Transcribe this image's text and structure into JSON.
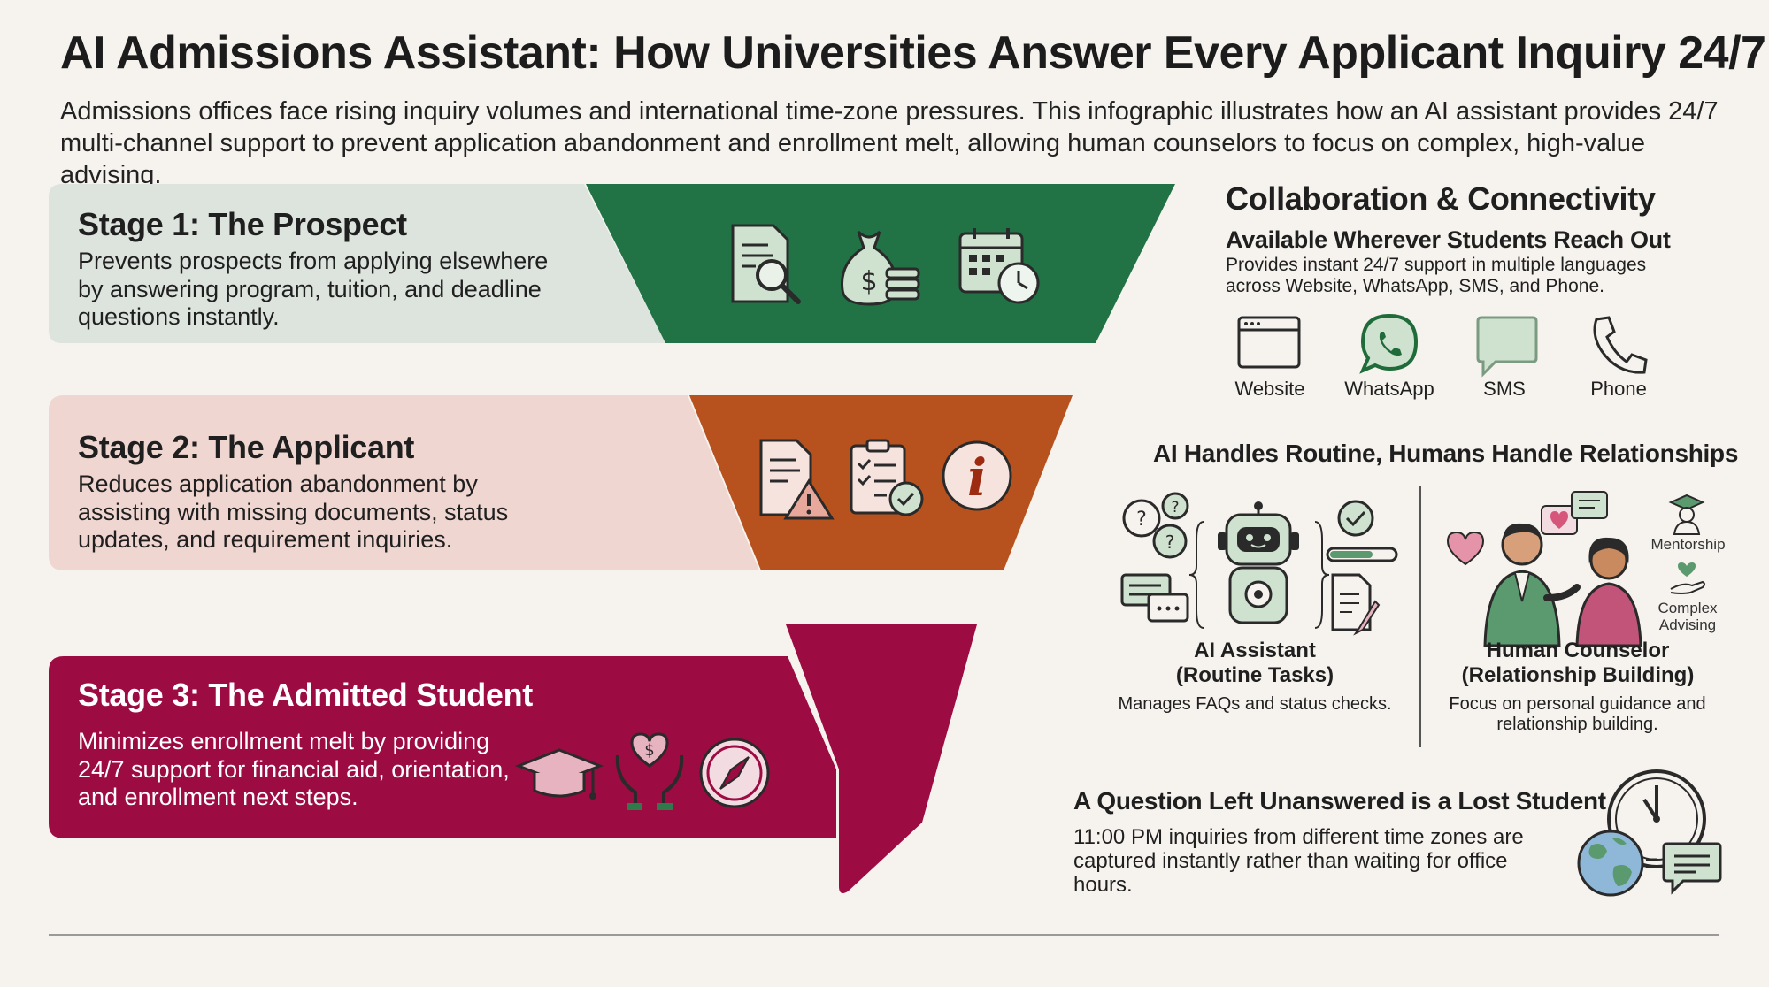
{
  "title": "AI Admissions Assistant: How Universities Answer Every Applicant Inquiry 24/7",
  "subtitle": "Admissions offices face rising inquiry volumes and international time-zone pressures. This infographic illustrates how an AI assistant provides 24/7 multi-channel support to prevent application abandonment and enrollment melt, allowing human counselors to focus on complex, high-value advising.",
  "stages": [
    {
      "title": "Stage 1: The Prospect",
      "description": "Prevents prospects from applying elsewhere by answering program, tuition, and deadline questions instantly.",
      "icons": [
        "document-search-icon",
        "money-bag-icon",
        "calendar-clock-icon"
      ]
    },
    {
      "title": "Stage 2: The Applicant",
      "description": "Reduces application abandonment by assisting with missing documents, status updates, and requirement inquiries.",
      "icons": [
        "document-warning-icon",
        "checklist-icon",
        "info-icon"
      ]
    },
    {
      "title": "Stage 3: The Admitted Student",
      "description": "Minimizes enrollment melt by providing 24/7 support for financial aid, orientation, and enrollment next steps.",
      "icons": [
        "graduation-cap-icon",
        "hands-heart-icon",
        "compass-icon"
      ]
    }
  ],
  "colors": {
    "background": "#f6f2ee",
    "stage1_band": "#dde3dd",
    "stage1_funnel": "#217346",
    "stage2_band": "#f0d6d1",
    "stage2_funnel": "#b7521f",
    "stage3": "#9c0b42",
    "icon_green": "#cfe1cf"
  },
  "collaboration": {
    "heading": "Collaboration & Connectivity",
    "subheading": "Available Wherever Students Reach Out",
    "description": "Provides instant 24/7 support in multiple languages across Website, WhatsApp, SMS, and Phone.",
    "channels": [
      {
        "label": "Website",
        "icon": "browser-window-icon"
      },
      {
        "label": "WhatsApp",
        "icon": "whatsapp-icon"
      },
      {
        "label": "SMS",
        "icon": "chat-bubble-icon"
      },
      {
        "label": "Phone",
        "icon": "phone-icon"
      }
    ]
  },
  "roles": {
    "heading": "AI Handles Routine, Humans Handle Relationships",
    "ai": {
      "title_line1": "AI Assistant",
      "title_line2": "(Routine Tasks)",
      "description": "Manages FAQs and status checks."
    },
    "human": {
      "title_line1": "Human Counselor",
      "title_line2": "(Relationship Building)",
      "description": "Focus on personal guidance and relationship building.",
      "tag_mentorship": "Mentorship",
      "tag_complex": "Complex Advising"
    }
  },
  "unanswered": {
    "heading": "A Question Left Unanswered is a Lost Student",
    "description": "11:00 PM inquiries from different time zones are captured instantly rather than waiting for office hours."
  }
}
